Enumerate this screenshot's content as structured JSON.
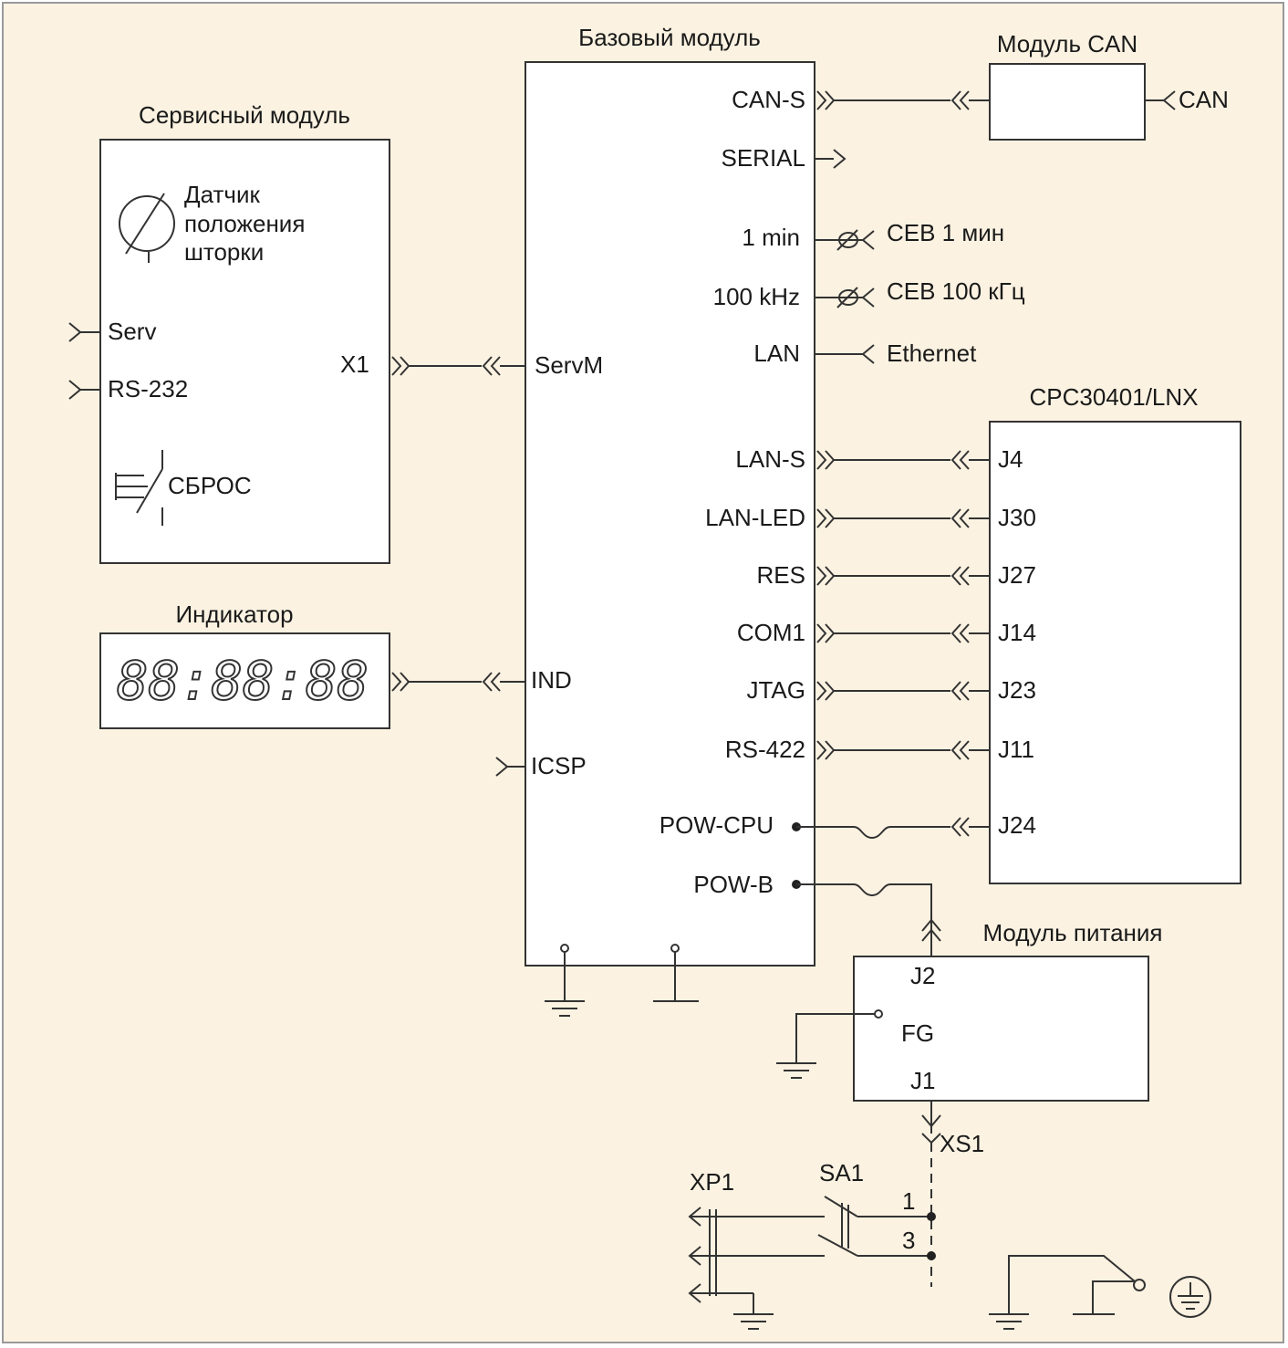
{
  "colors": {
    "background": "#fbf2e1",
    "frame": "#999999",
    "line": "#333333",
    "box_fill": "#ffffff"
  },
  "blocks": {
    "base": {
      "title": "Базовый модуль",
      "ports_right": [
        "CAN-S",
        "SERIAL",
        "1 min",
        "100 kHz",
        "LAN",
        "LAN-S",
        "LAN-LED",
        "RES",
        "COM1",
        "JTAG",
        "RS-422",
        "POW-CPU",
        "POW-B"
      ],
      "ports_left": [
        "ServM",
        "IND",
        "ICSP"
      ]
    },
    "service": {
      "title": "Сервисный модуль",
      "sensor_lines": [
        "Датчик",
        "положения",
        "шторки"
      ],
      "ports": [
        "Serv",
        "RS-232"
      ],
      "output": "X1",
      "reset": "СБРОС"
    },
    "indicator": {
      "title": "Индикатор",
      "display": "88:88:88"
    },
    "can_module": {
      "title": "Модуль CAN",
      "external": "CAN"
    },
    "cpc": {
      "title": "CPC30401/LNX",
      "ports": [
        "J4",
        "J30",
        "J27",
        "J14",
        "J23",
        "J11",
        "J24"
      ]
    },
    "power": {
      "title": "Модуль питания",
      "ports": [
        "J2",
        "FG",
        "J1"
      ]
    }
  },
  "external": {
    "seb_1min": "СЕВ 1 мин",
    "seb_100khz": "СЕВ 100 кГц",
    "ethernet": "Ethernet"
  },
  "mains": {
    "xs1": "XS1",
    "xp1": "XP1",
    "sa1": "SA1",
    "pin1": "1",
    "pin3": "3"
  },
  "icons": [
    "double-chevron-connector-icon",
    "fuse-icon",
    "coaxial-connector-icon",
    "ground-icon",
    "protective-earth-icon",
    "position-sensor-icon",
    "reset-switch-icon",
    "seven-segment-display-icon"
  ]
}
